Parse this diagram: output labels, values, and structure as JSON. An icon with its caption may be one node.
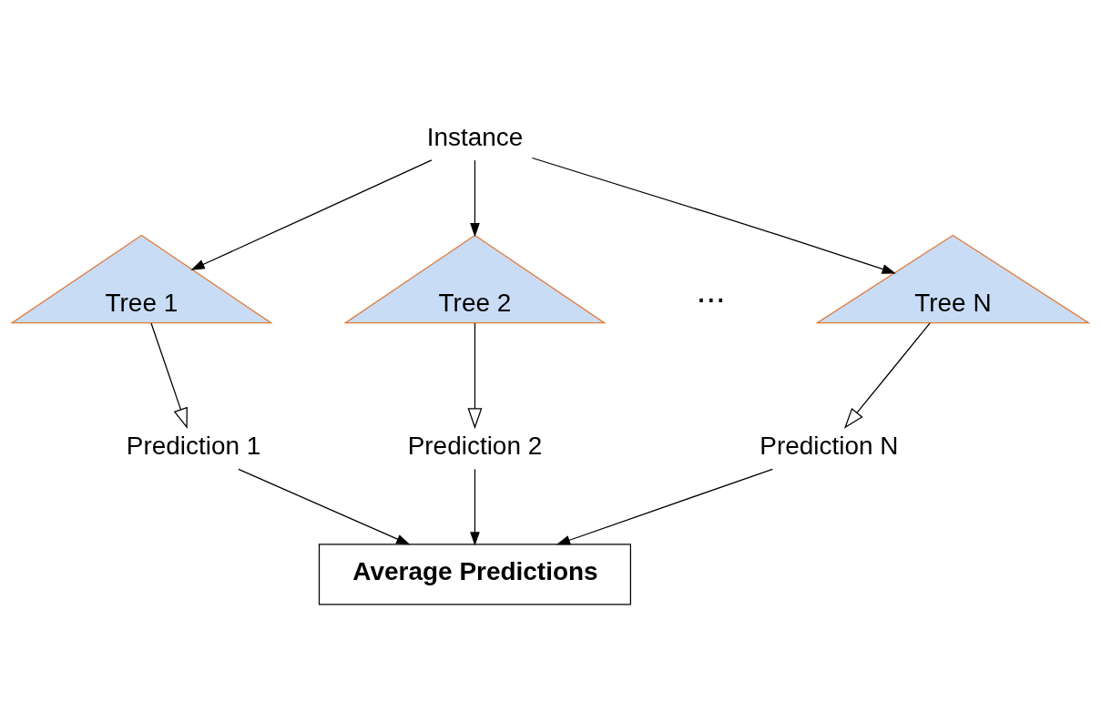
{
  "diagram": {
    "nodes": [
      {
        "text": [
          "Instance"
        ]
      },
      {
        "text": [
          "Tree 1"
        ]
      },
      {
        "text": [
          "Tree 2"
        ]
      },
      {
        "text": [
          "Tree N"
        ]
      },
      {
        "text": [
          "Prediction 1"
        ]
      },
      {
        "text": [
          "Prediction 2"
        ]
      },
      {
        "text": [
          "Prediction N"
        ]
      },
      {
        "text": [
          "Average Predictions"
        ]
      }
    ],
    "edges": [
      {
        "from": 0,
        "to": 1,
        "arrow": "to"
      },
      {
        "from": 0,
        "to": 2,
        "arrow": "to"
      },
      {
        "from": 0,
        "to": 3,
        "arrow": "to"
      },
      {
        "from": 1,
        "to": 4,
        "arrow": "to"
      },
      {
        "from": 2,
        "to": 5,
        "arrow": "to"
      },
      {
        "from": 3,
        "to": 6,
        "arrow": "to"
      },
      {
        "from": 4,
        "to": 7,
        "arrow": "to"
      },
      {
        "from": 5,
        "to": 7,
        "arrow": "to"
      },
      {
        "from": 6,
        "to": 7,
        "arrow": "to"
      }
    ],
    "labels": [
      "..."
    ]
  }
}
